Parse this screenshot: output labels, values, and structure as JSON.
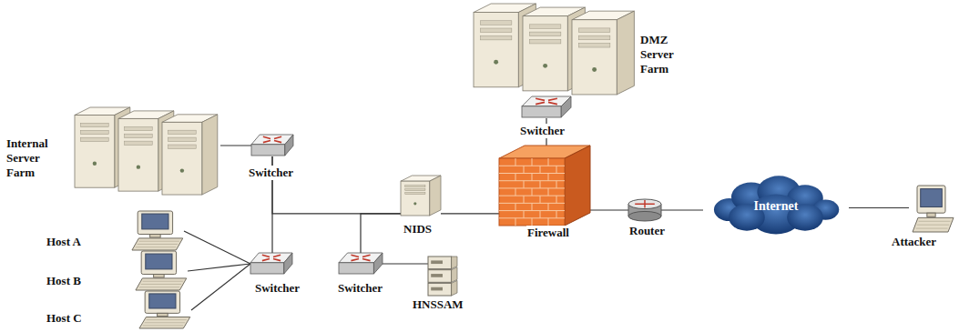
{
  "diagram": {
    "nodes": [
      {
        "text": [
          "DMZ Server Farm"
        ]
      },
      {
        "text": [
          "Switcher"
        ]
      },
      {
        "text": [
          "Internal Server Farm"
        ]
      },
      {
        "text": [
          "Switcher"
        ]
      },
      {
        "text": [
          "NIDS"
        ]
      },
      {
        "text": [
          "Firewall"
        ]
      },
      {
        "text": [
          "Router"
        ]
      },
      {
        "text": [
          "Internet"
        ]
      },
      {
        "text": [
          "Attacker"
        ]
      },
      {
        "text": [
          "Host A"
        ]
      },
      {
        "text": [
          "Host B"
        ]
      },
      {
        "text": [
          "Host C"
        ]
      },
      {
        "text": [
          "Switcher"
        ]
      },
      {
        "text": [
          "Switcher"
        ]
      },
      {
        "text": [
          "HNSSAM"
        ]
      }
    ],
    "edges": [
      {
        "from": 0,
        "to": 1,
        "arrow": "none"
      },
      {
        "from": 1,
        "to": 5,
        "arrow": "none"
      },
      {
        "from": 2,
        "to": 3,
        "arrow": "none"
      },
      {
        "from": 3,
        "to": 12,
        "arrow": "none"
      },
      {
        "from": 3,
        "to": 4,
        "arrow": "none"
      },
      {
        "from": 13,
        "to": 4,
        "arrow": "none"
      },
      {
        "from": 4,
        "to": 5,
        "arrow": "none"
      },
      {
        "from": 5,
        "to": 6,
        "arrow": "none"
      },
      {
        "from": 6,
        "to": 7,
        "arrow": "none"
      },
      {
        "from": 7,
        "to": 8,
        "arrow": "none"
      },
      {
        "from": 9,
        "to": 12,
        "arrow": "none"
      },
      {
        "from": 10,
        "to": 12,
        "arrow": "none"
      },
      {
        "from": 11,
        "to": 12,
        "arrow": "none"
      },
      {
        "from": 13,
        "to": 14,
        "arrow": "none"
      }
    ]
  }
}
